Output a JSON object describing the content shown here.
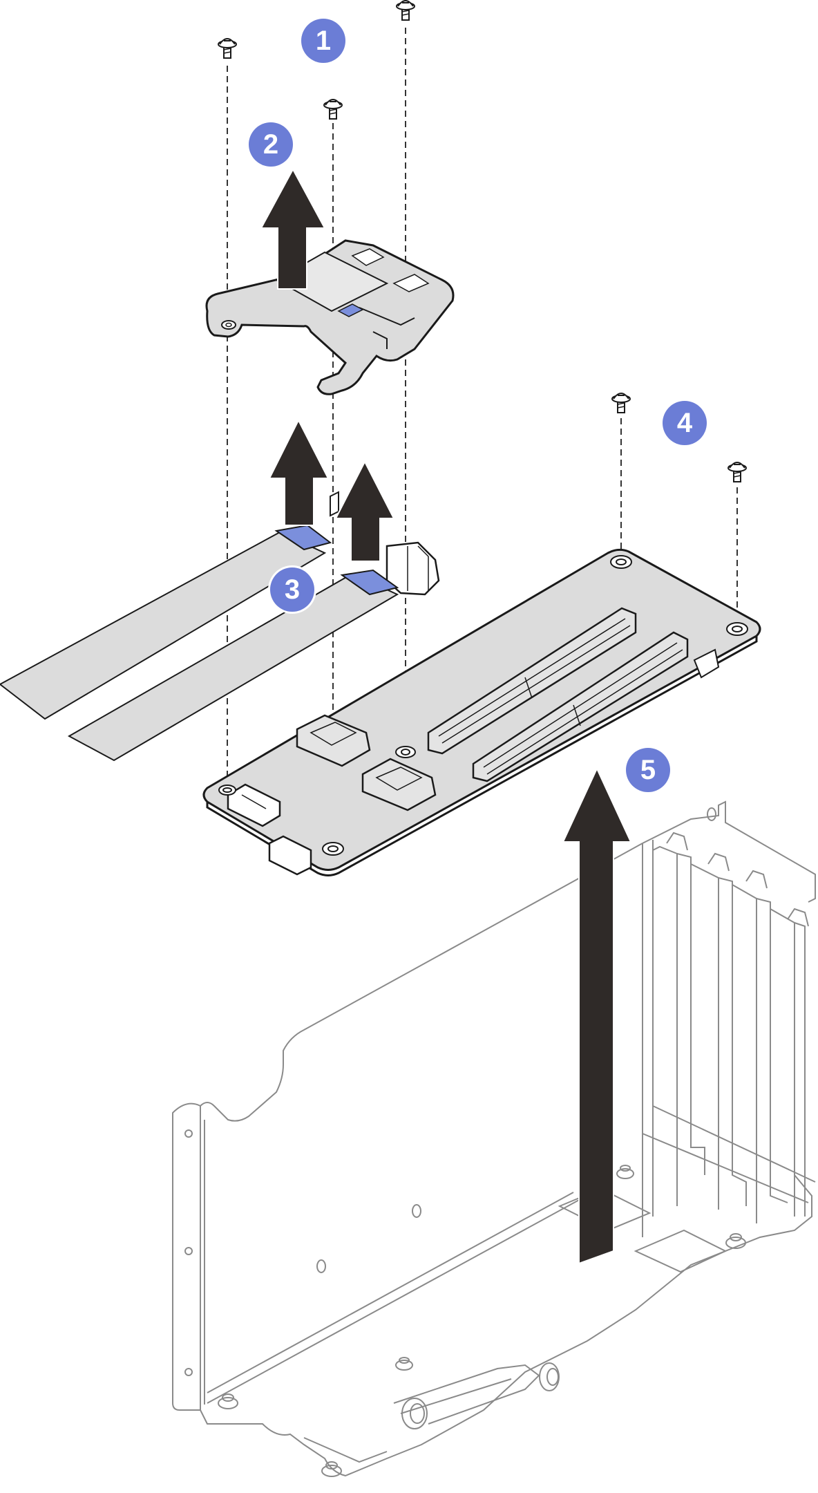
{
  "steps": [
    {
      "label": "1"
    },
    {
      "label": "2"
    },
    {
      "label": "3"
    },
    {
      "label": "4"
    },
    {
      "label": "5"
    }
  ],
  "colors": {
    "badge": "#6b7dd6",
    "arrow": "#2f2a28",
    "board": "#dcdcdc",
    "outline": "#1a1a1a",
    "tab": "#7b8fdc",
    "cage_line": "#8a8a8a"
  },
  "icons": [
    "screw-icon",
    "arrow-up-icon"
  ]
}
